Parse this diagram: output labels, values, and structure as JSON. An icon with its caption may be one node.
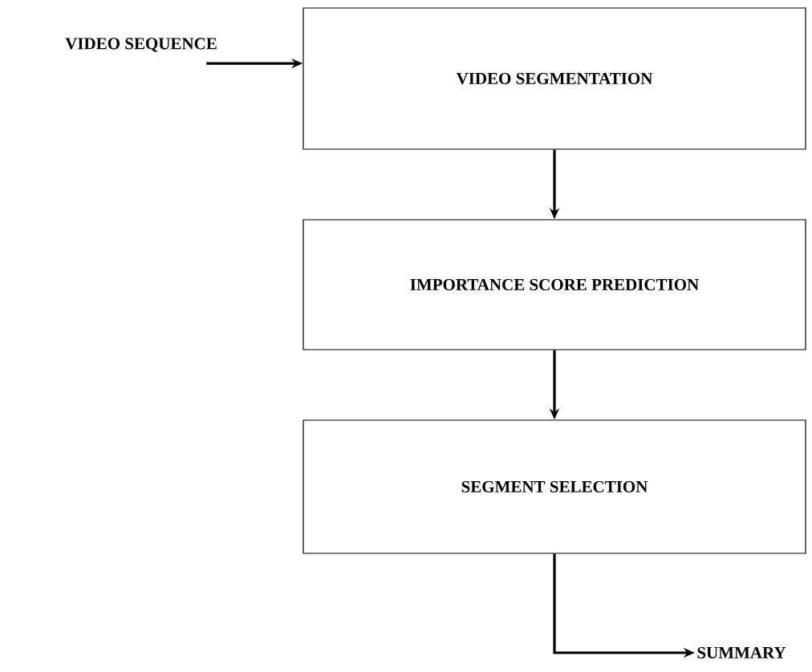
{
  "diagram": {
    "nodes": [
      {
        "text": [
          "VIDEO SEQUENCE"
        ]
      },
      {
        "text": [
          "VIDEO SEGMENTATION"
        ]
      },
      {
        "text": [
          "IMPORTANCE SCORE PREDICTION"
        ]
      },
      {
        "text": [
          "SEGMENT SELECTION"
        ]
      },
      {
        "text": [
          "SUMMARY"
        ]
      }
    ],
    "edges": [
      {
        "from": 0,
        "to": 1,
        "arrow": "to"
      },
      {
        "from": 1,
        "to": 2,
        "arrow": "to"
      },
      {
        "from": 2,
        "to": 3,
        "arrow": "to"
      },
      {
        "from": 3,
        "to": 4,
        "arrow": "to"
      }
    ]
  }
}
